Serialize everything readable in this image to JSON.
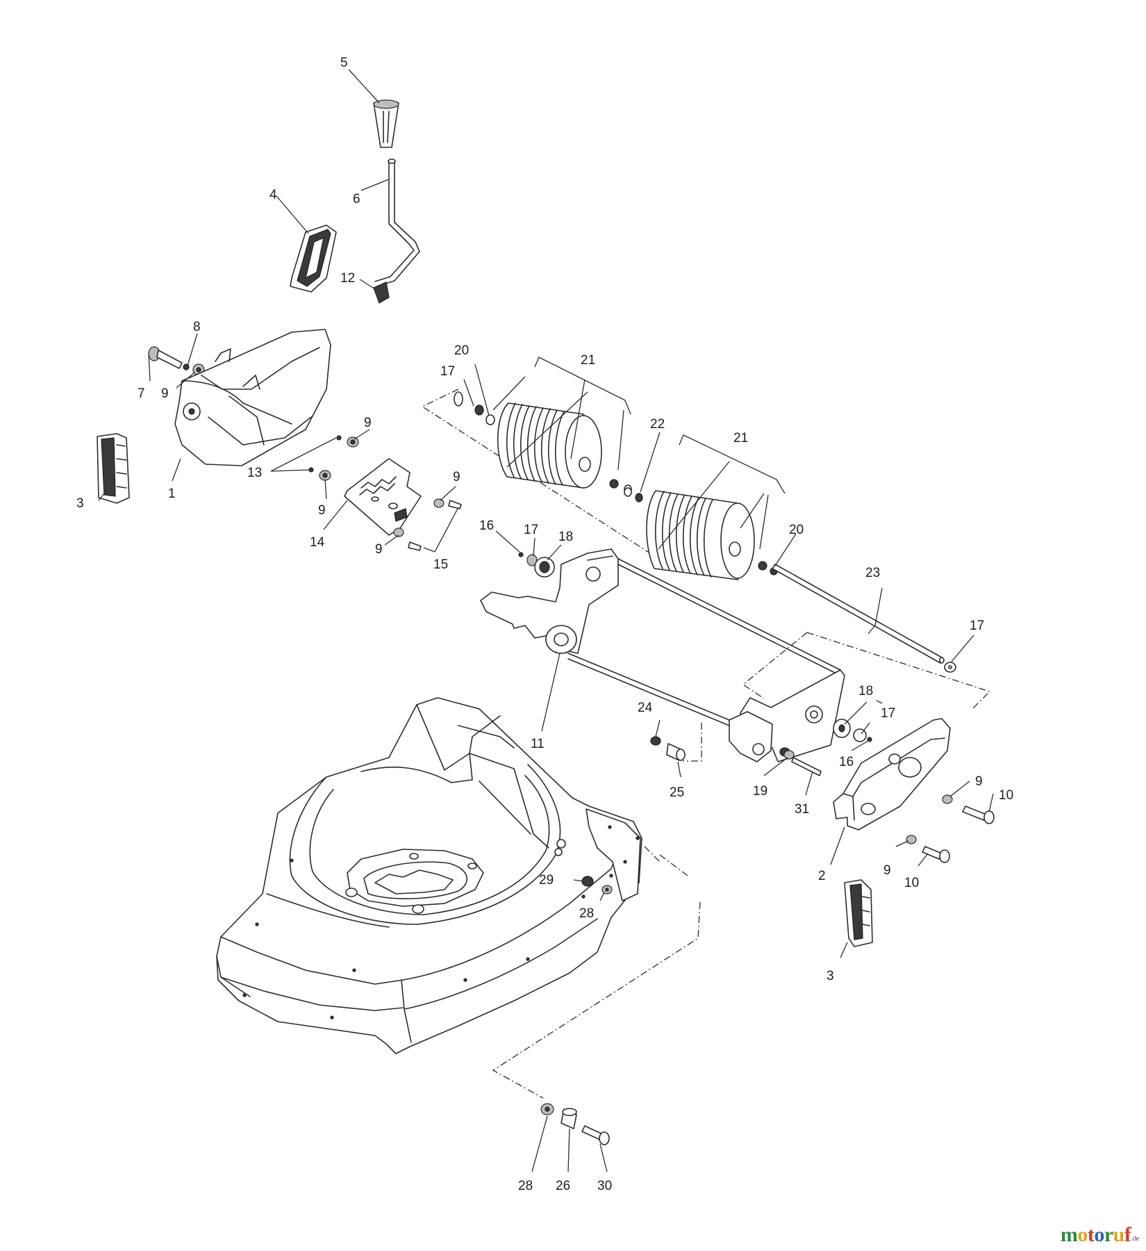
{
  "callouts": [
    "1",
    "2",
    "3",
    "4",
    "5",
    "6",
    "7",
    "8",
    "9",
    "10",
    "11",
    "12",
    "13",
    "14",
    "15",
    "16",
    "17",
    "18",
    "19",
    "20",
    "21",
    "22",
    "23",
    "24",
    "25",
    "26",
    "28",
    "29",
    "30",
    "31"
  ],
  "watermark": {
    "letters": [
      {
        "char": "m",
        "color": "#2e8b3a"
      },
      {
        "char": "o",
        "color": "#e2a21b"
      },
      {
        "char": "t",
        "color": "#d13b2b"
      },
      {
        "char": "o",
        "color": "#2b62b8"
      },
      {
        "char": "r",
        "color": "#2e8b3a"
      },
      {
        "char": "u",
        "color": "#e2a21b"
      },
      {
        "char": "f",
        "color": "#d13b2b"
      }
    ],
    "suffix": ".de"
  }
}
